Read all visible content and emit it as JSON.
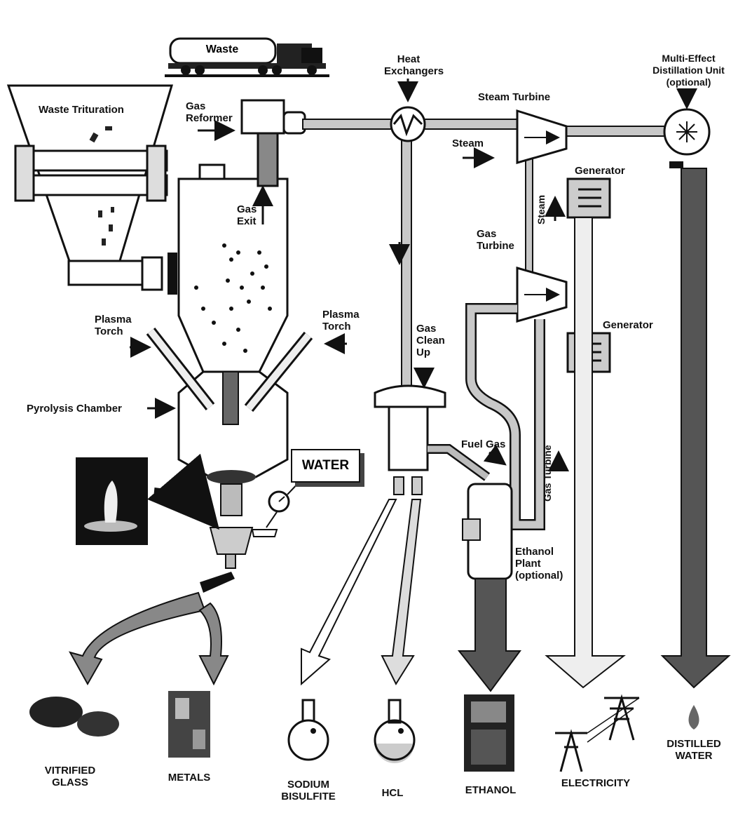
{
  "labels": {
    "waste_truck": "Waste",
    "waste_trituration": "Waste Trituration",
    "gas_reformer": "Gas\nReformer",
    "heat_exchangers": "Heat\nExchangers",
    "steam_turbine": "Steam Turbine",
    "multi_effect": "Multi-Effect\nDistillation Unit\n(optional)",
    "steam_horizontal": "Steam",
    "generator_top": "Generator",
    "generator_bottom": "Generator",
    "steam_vertical": "Steam",
    "gas_exit": "Gas\nExit",
    "gas_turbine_unit": "Gas\nTurbine",
    "plasma_torch_left": "Plasma\nTorch",
    "plasma_torch_right": "Plasma\nTorch",
    "gas_clean_up": "Gas\nClean\nUp",
    "pyrolysis_chamber": "Pyrolysis Chamber",
    "fuel_gas": "Fuel Gas",
    "gas_turbine_vertical": "Gas Turbine",
    "water": "WATER",
    "ethanol_plant": "Ethanol\nPlant\n(optional)"
  },
  "outputs": {
    "vitrified_glass": "VITRIFIED\nGLASS",
    "metals": "METALS",
    "sodium_bisulfite": "SODIUM\nBISULFITE",
    "hcl": "HCL",
    "ethanol": "ETHANOL",
    "electricity": "ELECTRICITY",
    "distilled_water": "DISTILLED\nWATER"
  },
  "colors": {
    "ink": "#111111",
    "pipe_gray": "#b8b8b8",
    "dark_arrow": "#555555",
    "light_arrow": "#e6e6e6",
    "mid_gray": "#8a8a8a"
  }
}
